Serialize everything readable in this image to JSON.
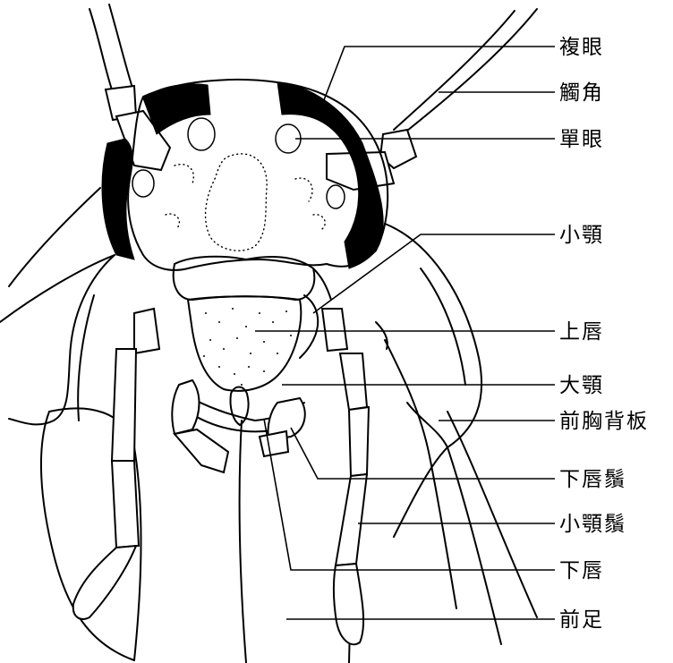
{
  "labels": {
    "compound_eye": "複眼",
    "antenna": "觸角",
    "ocellus": "單眼",
    "maxilla": "小顎",
    "labrum": "上唇",
    "mandible": "大顎",
    "pronotum": "前胸背板",
    "labial_palp": "下唇鬚",
    "maxillary_palp": "小顎鬚",
    "labium": "下唇",
    "foreleg": "前足"
  }
}
